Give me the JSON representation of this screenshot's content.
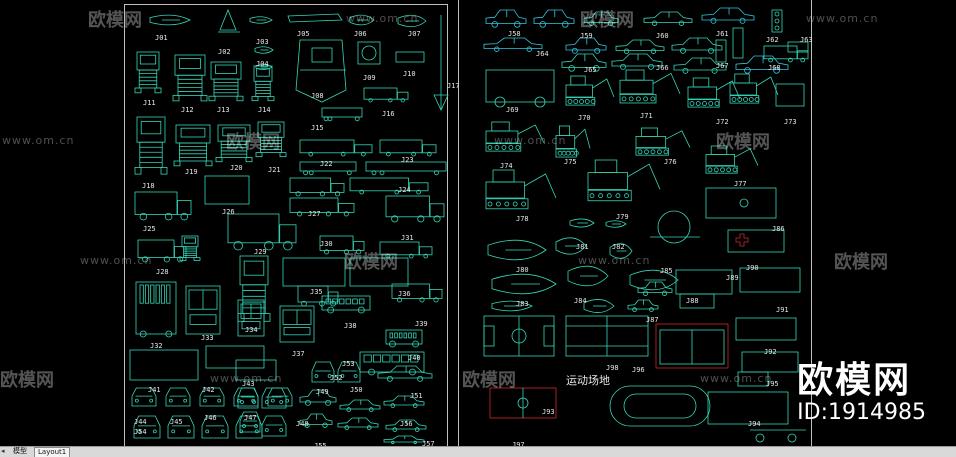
{
  "watermark": {
    "brand": "欧模网",
    "url": "www.om.cn"
  },
  "brand_overlay": {
    "name": "欧模网",
    "id_text": "ID:1914985"
  },
  "tabs": {
    "model": "模型",
    "layout": "Layout1"
  },
  "colors": {
    "cad_line": "#35d6b8",
    "cad_line_alt": "#2fc7e0",
    "sheet_border": "#bfbfbf",
    "highlight": "#cc2a2a",
    "label": "#e8e8e8"
  },
  "sports_title": "运动场地",
  "left_labels": [
    "J01",
    "J02",
    "J03",
    "J04",
    "J05",
    "J06",
    "J07",
    "J08",
    "J09",
    "J10",
    "J11",
    "J12",
    "J13",
    "J14",
    "J15",
    "J16",
    "J17",
    "J18",
    "J19",
    "J20",
    "J21",
    "J22",
    "J23",
    "J24",
    "J25",
    "J26",
    "J27",
    "J28",
    "J29",
    "J30",
    "J31",
    "J32",
    "J33",
    "J34",
    "J35",
    "J36",
    "J37",
    "J38",
    "J39",
    "J40",
    "J41",
    "J42",
    "J43",
    "J44",
    "J45",
    "J46",
    "J47",
    "J48",
    "J49",
    "J50",
    "J51",
    "J52",
    "J53",
    "J54",
    "J55",
    "J56",
    "J57"
  ],
  "right_labels": [
    "J58",
    "J59",
    "J60",
    "J61",
    "J62",
    "J63",
    "J64",
    "J65",
    "J66",
    "J67",
    "J68",
    "J69",
    "J70",
    "J71",
    "J72",
    "J73",
    "J74",
    "J75",
    "J76",
    "J77",
    "J78",
    "J79",
    "J80",
    "J81",
    "J82",
    "J83",
    "J84",
    "J85",
    "J86",
    "J87",
    "J88",
    "J89",
    "J90",
    "J91",
    "J92",
    "J93",
    "J94",
    "J95",
    "J96",
    "J97",
    "J98"
  ]
}
